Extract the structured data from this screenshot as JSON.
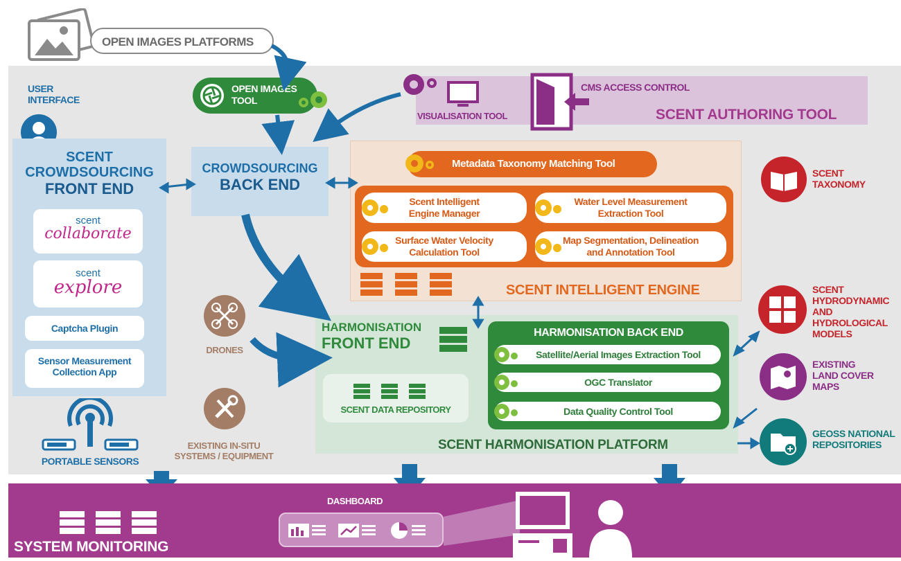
{
  "open_images_platforms": "OPEN IMAGES PLATFORMS",
  "open_images_tool": [
    "OPEN IMAGES",
    "TOOL"
  ],
  "user_interface": [
    "USER",
    "INTERFACE"
  ],
  "crowd_front": [
    "SCENT",
    "CROWDSOURCING",
    "FRONT END"
  ],
  "apps": {
    "collaborate": {
      "brand": "scent",
      "name": "collaborate"
    },
    "explore": {
      "brand": "scent",
      "name": "explore"
    },
    "captcha": "Captcha Plugin",
    "sensor": [
      "Sensor Measurement",
      "Collection App"
    ]
  },
  "portable_sensors": "PORTABLE SENSORS",
  "crowd_back": [
    "CROWDSOURCING",
    "BACK END"
  ],
  "authoring": {
    "visualisation": "VISUALISATION TOOL",
    "cms": "CMS ACCESS CONTROL",
    "title": "SCENT AUTHORING TOOL"
  },
  "engine": {
    "metadata_tool": "Metadata Taxonomy Matching Tool",
    "tools": [
      [
        "Scent Intelligent",
        "Engine Manager"
      ],
      [
        "Water Level Measurement",
        "Extraction Tool"
      ],
      [
        "Surface Water Velocity",
        "Calculation Tool"
      ],
      [
        "Map Segmentation, Delineation",
        "and Annotation Tool"
      ]
    ],
    "title": "SCENT INTELLIGENT ENGINE"
  },
  "taxonomy": [
    "SCENT",
    "TAXONOMY"
  ],
  "hydro": [
    "SCENT",
    "HYDRODYNAMIC",
    "AND HYDROLOGICAL",
    "MODELS"
  ],
  "land_cover": [
    "EXISTING",
    "LAND COVER",
    "MAPS"
  ],
  "geoss": [
    "GEOSS NATIONAL",
    "REPOSITORIES"
  ],
  "drones": "DRONES",
  "insitu": [
    "EXISTING IN-SITU",
    "SYSTEMS / EQUIPMENT"
  ],
  "harm_front": [
    "HARMONISATION",
    "FRONT END"
  ],
  "data_repo": "SCENT DATA REPOSITORY",
  "harm_back": {
    "title": "HARMONISATION BACK END",
    "tools": [
      "Satellite/Aerial Images Extraction Tool",
      "OGC Translator",
      "Data Quality Control Tool"
    ]
  },
  "harm_platform": "SCENT HARMONISATION PLATFORM",
  "system_monitoring": "SYSTEM MONITORING",
  "dashboard": "DASHBOARD",
  "colors": {
    "green": "#2f8a3c",
    "orange": "#e2671f",
    "purple": "#8a2e86",
    "blue": "#1e6fa8",
    "red": "#c5242a",
    "teal": "#117a7a",
    "magenta_bar": "#a23a8e",
    "taupe": "#a47d66"
  }
}
